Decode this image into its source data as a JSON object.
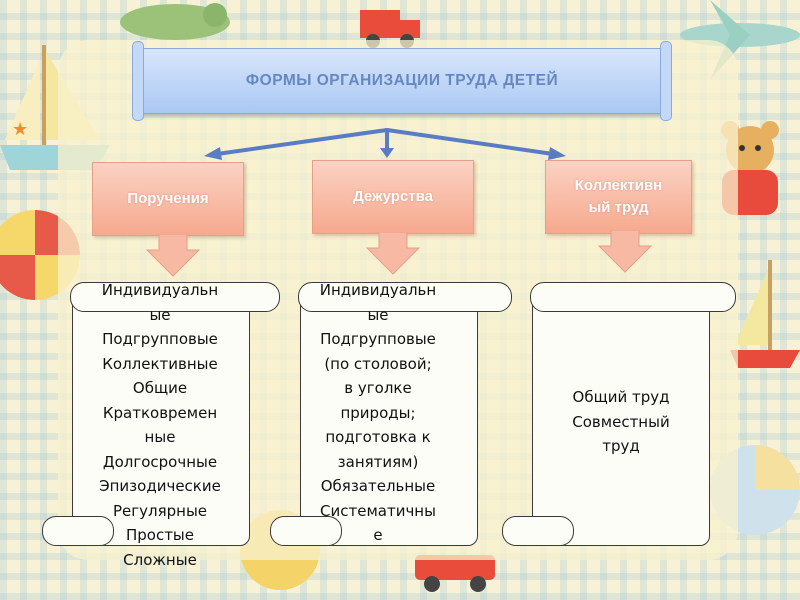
{
  "title": "ФОРМЫ ОРГАНИЗАЦИИ ТРУДА ДЕТЕЙ",
  "categories": [
    {
      "label_lines": [
        "Поручения"
      ]
    },
    {
      "label_lines": [
        "Дежурства"
      ]
    },
    {
      "label_lines": [
        "Коллективн",
        "ый труд"
      ]
    }
  ],
  "scrolls": [
    {
      "lines": [
        "Индивидуальн",
        "ые",
        "Подгрупповые",
        "Коллективные",
        "Общие",
        "Кратковремен",
        "ные",
        "Долгосрочные",
        "Эпизодические",
        "Регулярные",
        "Простые",
        "Сложные"
      ]
    },
    {
      "lines": [
        "Индивидуальн",
        "ые",
        "Подгрупповые",
        "(по столовой;",
        "в уголке",
        "природы;",
        "подготовка к",
        "занятиям)",
        "Обязательные",
        "Систематичны",
        "е"
      ]
    },
    {
      "lines": [
        "Общий труд",
        "Совместный",
        "труд"
      ]
    }
  ],
  "colors": {
    "title_text": "#6688c0",
    "category_fill": "#f6a98e",
    "connector": "#5a7cc4"
  }
}
